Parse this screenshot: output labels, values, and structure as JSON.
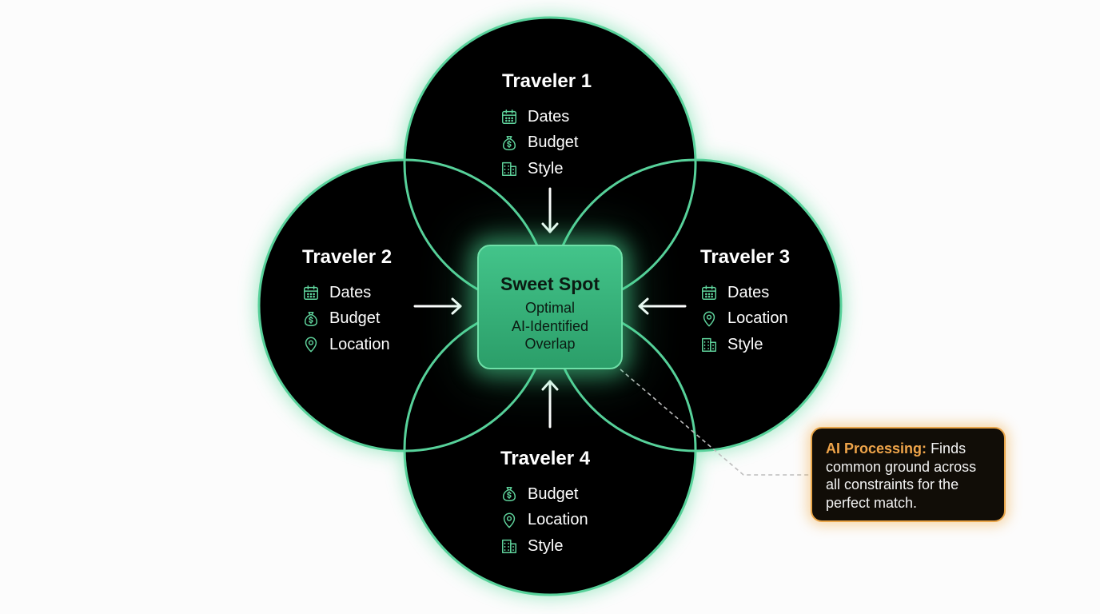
{
  "travelers": [
    {
      "name": "Traveler 1",
      "items": [
        {
          "label": "Dates",
          "icon": "calendar-icon"
        },
        {
          "label": "Budget",
          "icon": "money-bag-icon"
        },
        {
          "label": "Style",
          "icon": "building-icon"
        }
      ]
    },
    {
      "name": "Traveler 2",
      "items": [
        {
          "label": "Dates",
          "icon": "calendar-icon"
        },
        {
          "label": "Budget",
          "icon": "money-bag-icon"
        },
        {
          "label": "Location",
          "icon": "location-pin-icon"
        }
      ]
    },
    {
      "name": "Traveler 3",
      "items": [
        {
          "label": "Dates",
          "icon": "calendar-icon"
        },
        {
          "label": "Location",
          "icon": "location-pin-icon"
        },
        {
          "label": "Style",
          "icon": "building-icon"
        }
      ]
    },
    {
      "name": "Traveler 4",
      "items": [
        {
          "label": "Budget",
          "icon": "money-bag-icon"
        },
        {
          "label": "Location",
          "icon": "location-pin-icon"
        },
        {
          "label": "Style",
          "icon": "building-icon"
        }
      ]
    }
  ],
  "sweet_spot": {
    "title": "Sweet Spot",
    "lines": [
      "Optimal",
      "AI-Identified",
      "Overlap"
    ]
  },
  "callout": {
    "label": "AI Processing:",
    "text": "Finds common ground across all constraints for the perfect match."
  },
  "colors": {
    "circle_fill": "#000000",
    "circle_stroke": "#57d19a",
    "glow": "#48d692",
    "icon": "#5fd39c",
    "sweet_spot_fill": "#3bb47e",
    "callout_border": "#e9a64a",
    "callout_label": "#f0a54a",
    "background": "#fcfcfc"
  }
}
